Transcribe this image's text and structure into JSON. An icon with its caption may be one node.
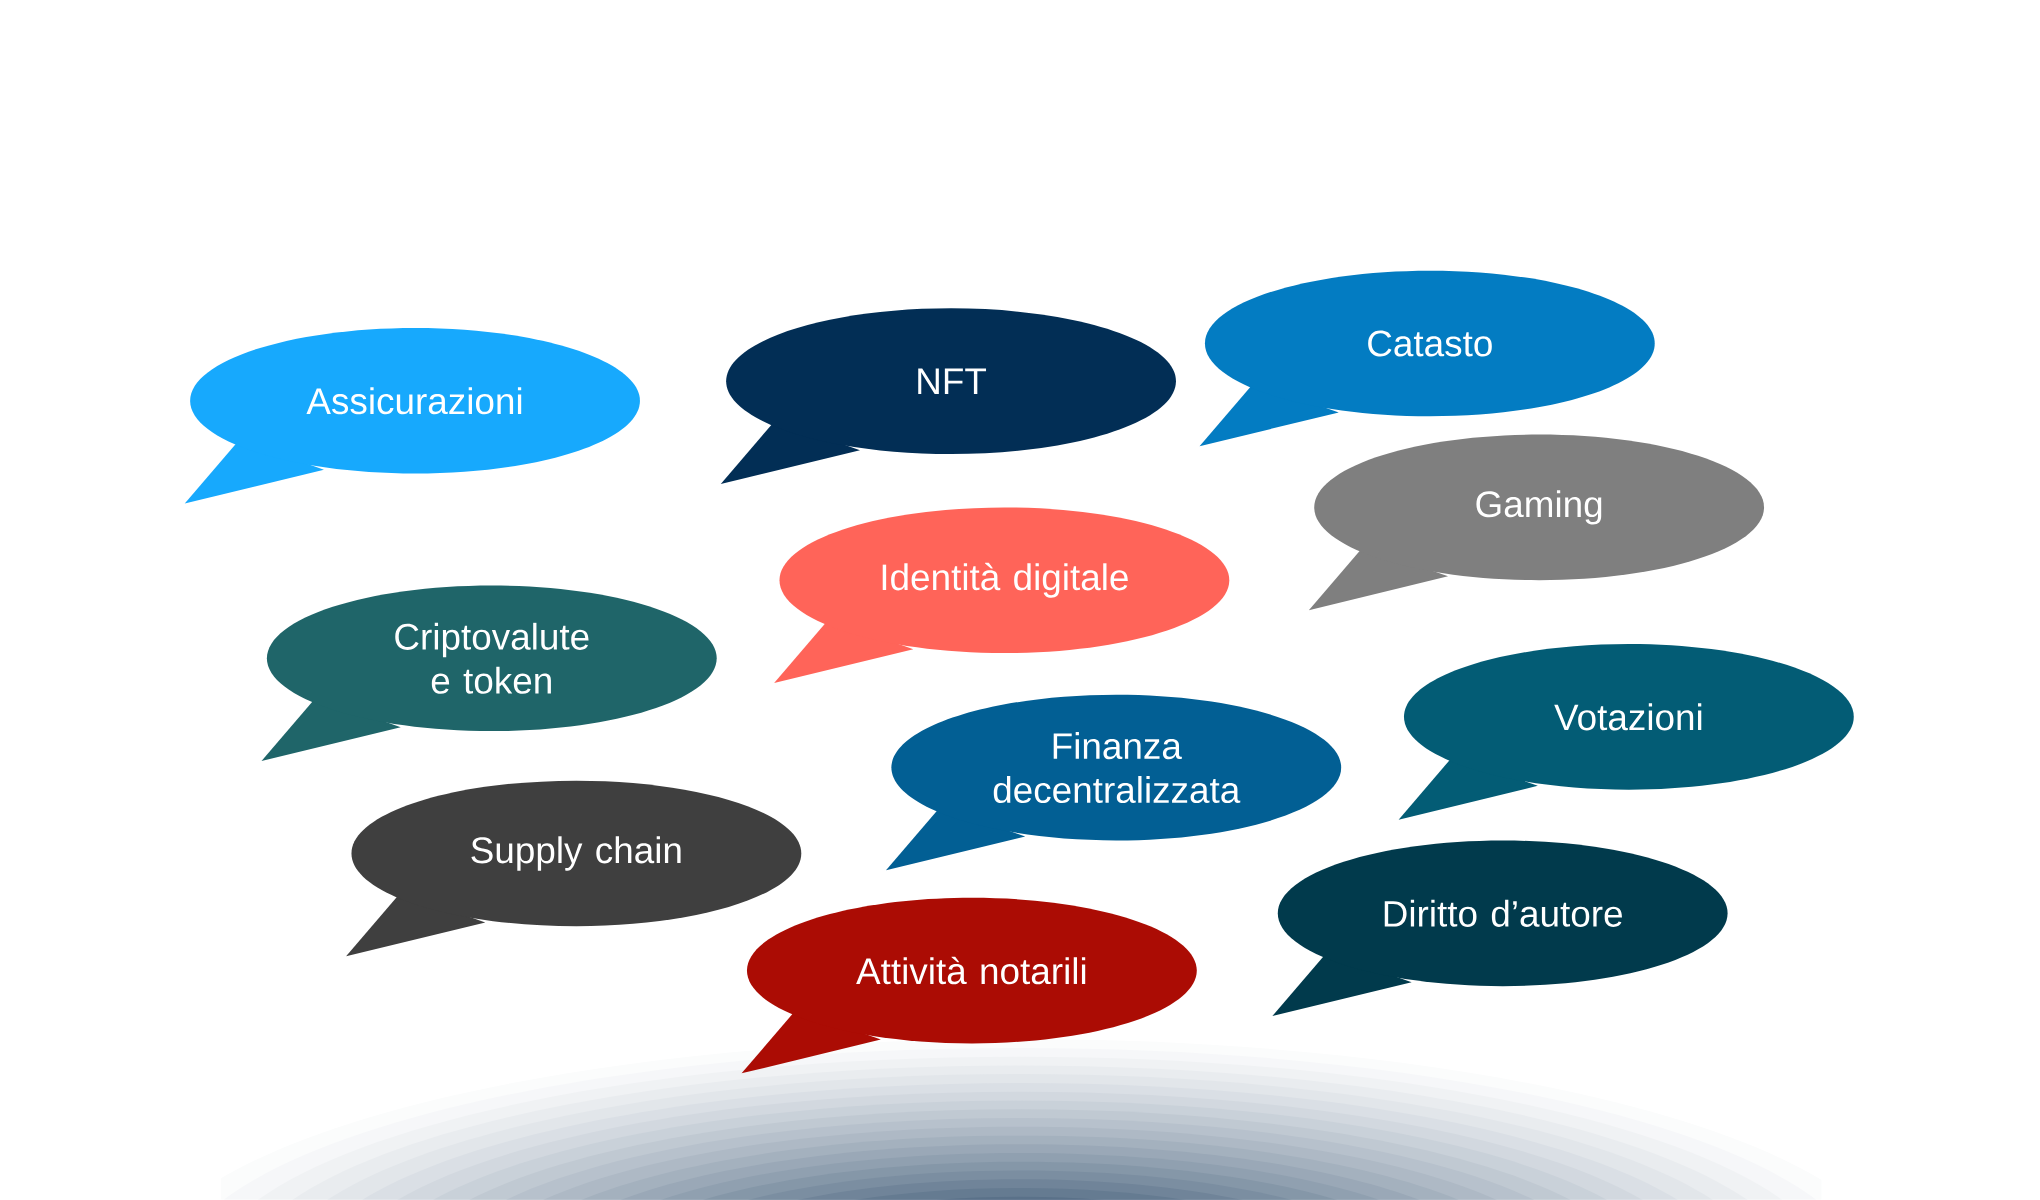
{
  "diagram": {
    "nodes": [
      {
        "text": [
          "Catasto"
        ]
      },
      {
        "text": [
          "NFT"
        ]
      },
      {
        "text": [
          "Assicurazioni"
        ]
      },
      {
        "text": [
          "Gaming"
        ]
      },
      {
        "text": [
          "Identità digitale"
        ]
      },
      {
        "text": [
          "Criptovalute e token"
        ]
      },
      {
        "text": [
          "Votazioni"
        ]
      },
      {
        "text": [
          "Finanza decentralizzata"
        ]
      },
      {
        "text": [
          "Supply chain"
        ]
      },
      {
        "text": [
          "Diritto d’autore"
        ]
      },
      {
        "text": [
          "Attività notarili"
        ]
      }
    ]
  }
}
